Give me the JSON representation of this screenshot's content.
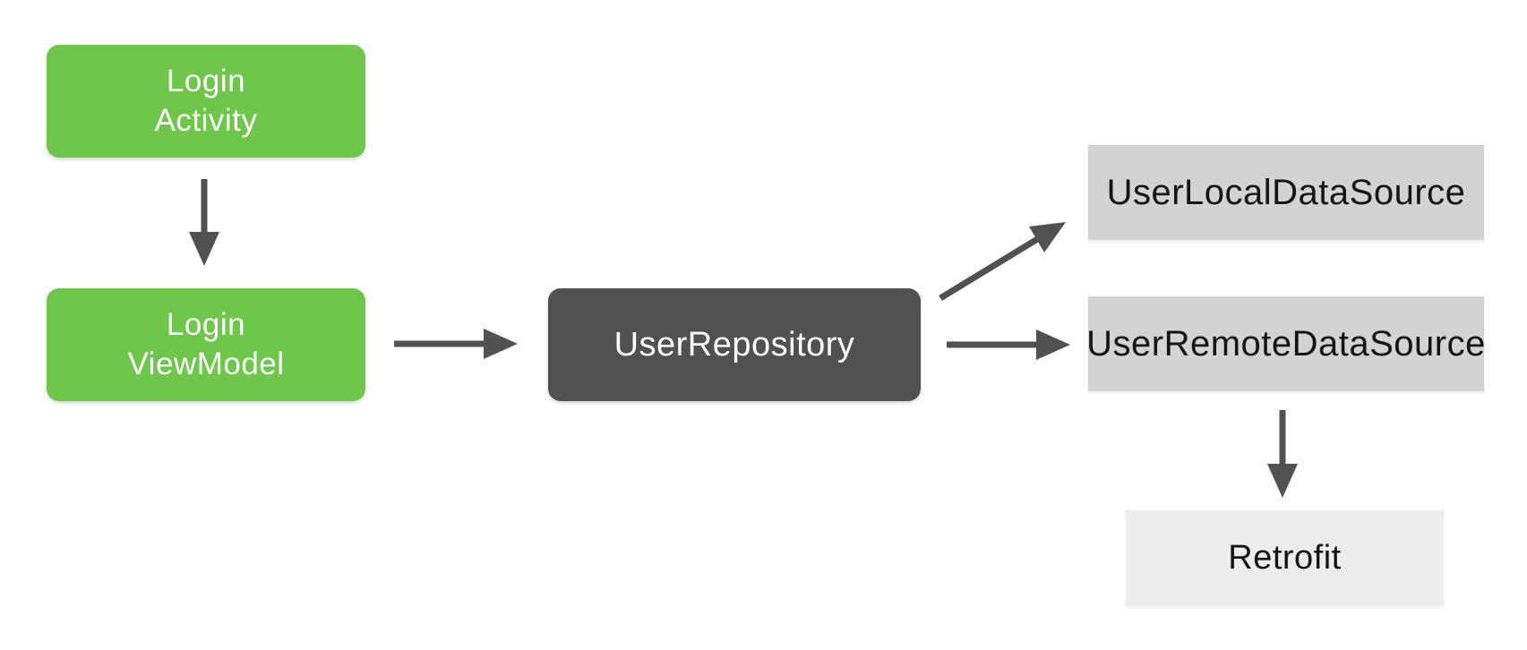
{
  "diagram": {
    "type": "architecture-flow-diagram",
    "nodes": {
      "login_activity": {
        "label": "Login\nActivity",
        "bg": "#6EC64A",
        "fg": "#FFFFFF",
        "shape": "rounded"
      },
      "login_viewmodel": {
        "label": "Login\nViewModel",
        "bg": "#6EC64A",
        "fg": "#FFFFFF",
        "shape": "rounded"
      },
      "user_repository": {
        "label": "UserRepository",
        "bg": "#515151",
        "fg": "#FFFFFF",
        "shape": "rounded"
      },
      "user_local_data_source": {
        "label": "UserLocalDataSource",
        "bg": "#D3D3D3",
        "fg": "#141414",
        "shape": "flat"
      },
      "user_remote_data_source": {
        "label": "UserRemoteDataSource",
        "bg": "#D3D3D3",
        "fg": "#141414",
        "shape": "flat"
      },
      "retrofit": {
        "label": "Retrofit",
        "bg": "#EDEDED",
        "fg": "#141414",
        "shape": "flat"
      }
    },
    "edges": [
      {
        "from": "login_activity",
        "to": "login_viewmodel",
        "direction": "down"
      },
      {
        "from": "login_viewmodel",
        "to": "user_repository",
        "direction": "right"
      },
      {
        "from": "user_repository",
        "to": "user_local_data_source",
        "direction": "up-right"
      },
      {
        "from": "user_repository",
        "to": "user_remote_data_source",
        "direction": "right"
      },
      {
        "from": "user_remote_data_source",
        "to": "retrofit",
        "direction": "down"
      }
    ]
  },
  "colors": {
    "green": "#6EC64A",
    "dark": "#515151",
    "lightgray": "#D3D3D3",
    "lightergray": "#EDEDED",
    "arrow": "#515151",
    "background": "#FFFFFF",
    "textlight": "#FFFFFF",
    "textdark": "#141414"
  }
}
